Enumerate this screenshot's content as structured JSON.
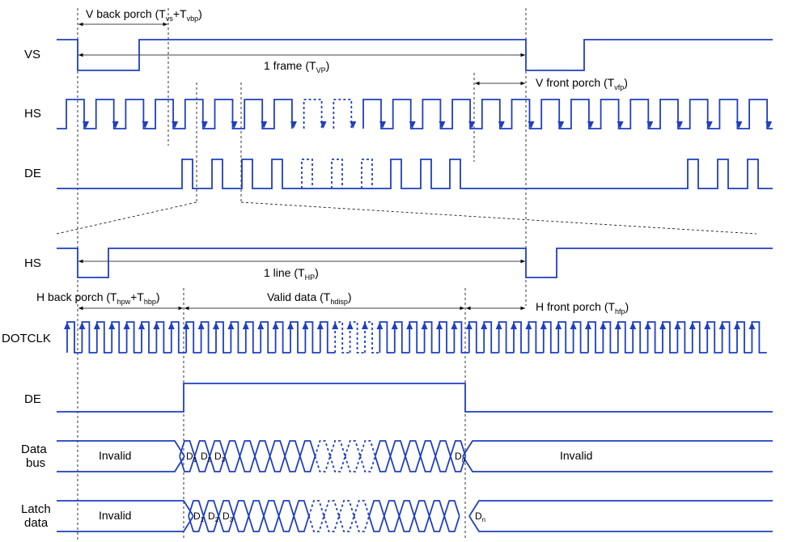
{
  "colors": {
    "signal": "#1f3fbf",
    "guide": "#000000",
    "text": "#000000"
  },
  "signals": {
    "vs": "VS",
    "hs_top": "HS",
    "de_top": "DE",
    "hs_bottom": "HS",
    "dotclk": "DOTCLK",
    "de_bottom": "DE",
    "data_bus_1": "Data",
    "data_bus_2": "bus",
    "latch_1": "Latch",
    "latch_2": "data"
  },
  "annotations": {
    "v_back_porch": {
      "main": "V back porch (T",
      "sub1": "vs",
      "mid": "+T",
      "sub2": "vbp",
      "end": ")"
    },
    "frame": {
      "main": "1 frame (T",
      "sub": "VP",
      "end": ")"
    },
    "v_front_porch": {
      "main": "V front porch (T",
      "sub": "vfp",
      "end": ")"
    },
    "line": {
      "main": "1 line (T",
      "sub": "HP",
      "end": ")"
    },
    "h_back_porch": {
      "main": "H back porch (T",
      "sub1": "hpw",
      "mid": "+T",
      "sub2": "hbp",
      "end": ")"
    },
    "valid_data": {
      "main": "Valid data (T",
      "sub": "hdisp",
      "end": ")"
    },
    "h_front_porch": {
      "main": "H front porch (T",
      "sub": "hfp",
      "end": ")"
    }
  },
  "cells": {
    "databus_invalid_left": "Invalid",
    "databus_invalid_right": "Invalid",
    "latch_invalid_left": "Invalid",
    "d1": "D",
    "d1_sub": "1",
    "d2": "D",
    "d2_sub": "2",
    "d3": "D",
    "d3_sub": "3",
    "dn": "D",
    "dn_sub": "n"
  }
}
